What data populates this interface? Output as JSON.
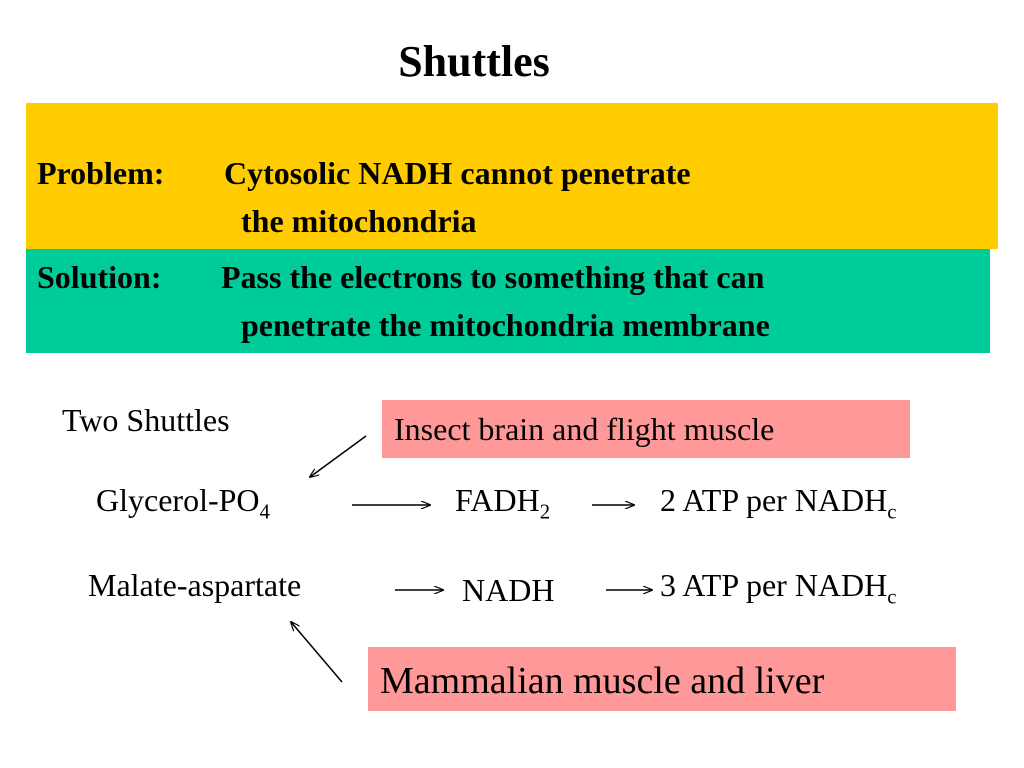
{
  "title": "Shuttles",
  "problem": {
    "label": "Problem:",
    "line1": "Cytosolic NADH cannot penetrate",
    "line2": "the mitochondria"
  },
  "solution": {
    "label": "Solution:",
    "line1": "Pass the electrons to something that can",
    "line2": "penetrate the mitochondria membrane"
  },
  "two_shuttles_label": "Two Shuttles",
  "insect_label": "Insect brain and flight muscle",
  "mammal_label": "Mammalian muscle and liver",
  "row1": {
    "shuttle": "Glycerol-PO",
    "shuttle_sub": "4",
    "carrier": "FADH",
    "carrier_sub": "2",
    "yield": "2 ATP per NADH",
    "yield_sub": "c"
  },
  "row2": {
    "shuttle": "Malate-aspartate",
    "carrier": "NADH",
    "yield": "3 ATP per NADH",
    "yield_sub": "c"
  },
  "colors": {
    "problem_bg": "#ffcc00",
    "solution_bg": "#00cc99",
    "label_bg": "#ff9999"
  }
}
